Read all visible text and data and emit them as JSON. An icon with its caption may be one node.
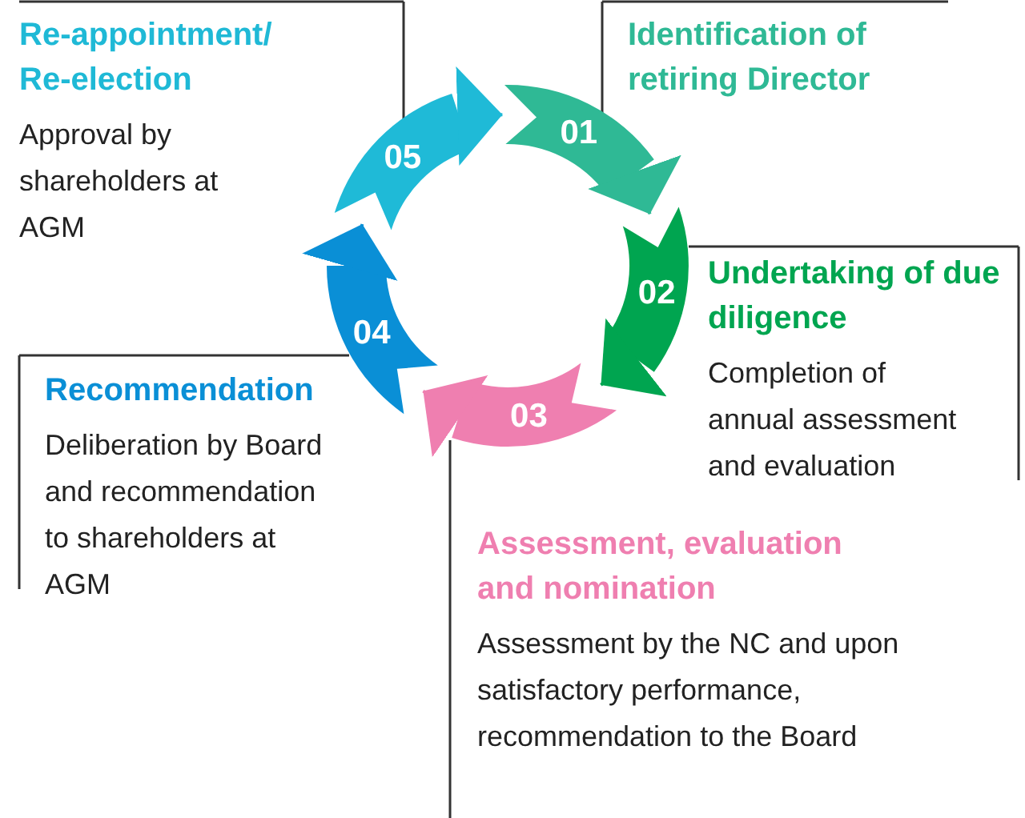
{
  "diagram": {
    "nodes": [
      {
        "text": [
          "Re-appointment/ Re-election",
          "Approval by shareholders at AGM"
        ]
      },
      {
        "text": [
          "Identification of retiring Director"
        ]
      },
      {
        "text": [
          "05"
        ]
      },
      {
        "text": [
          "01"
        ]
      },
      {
        "text": [
          "04"
        ]
      },
      {
        "text": [
          "02"
        ]
      },
      {
        "text": [
          "Undertaking of due diligence",
          "Completion of annual assessment and evaluation"
        ]
      },
      {
        "text": [
          "Recommendation",
          "Deliberation by Board and recommendation to shareholders at AGM"
        ]
      },
      {
        "text": [
          "03"
        ]
      },
      {
        "text": [
          "Assessment, evaluation and nomination",
          "Assessment by the NC and upon satisfactory performance, recommendation to the Board"
        ]
      }
    ],
    "edges": [
      {
        "from": 2,
        "to": 3,
        "arrow": "to",
        "color": "#1fbad7"
      },
      {
        "from": 3,
        "to": 5,
        "arrow": "to",
        "color": "#2fb995"
      },
      {
        "from": 5,
        "to": 8,
        "arrow": "to",
        "color": "#00a550"
      },
      {
        "from": 8,
        "to": 4,
        "arrow": "to",
        "color": "#ef7fb0"
      },
      {
        "from": 4,
        "to": 2,
        "arrow": "to",
        "color": "#0a8fd6"
      }
    ]
  }
}
